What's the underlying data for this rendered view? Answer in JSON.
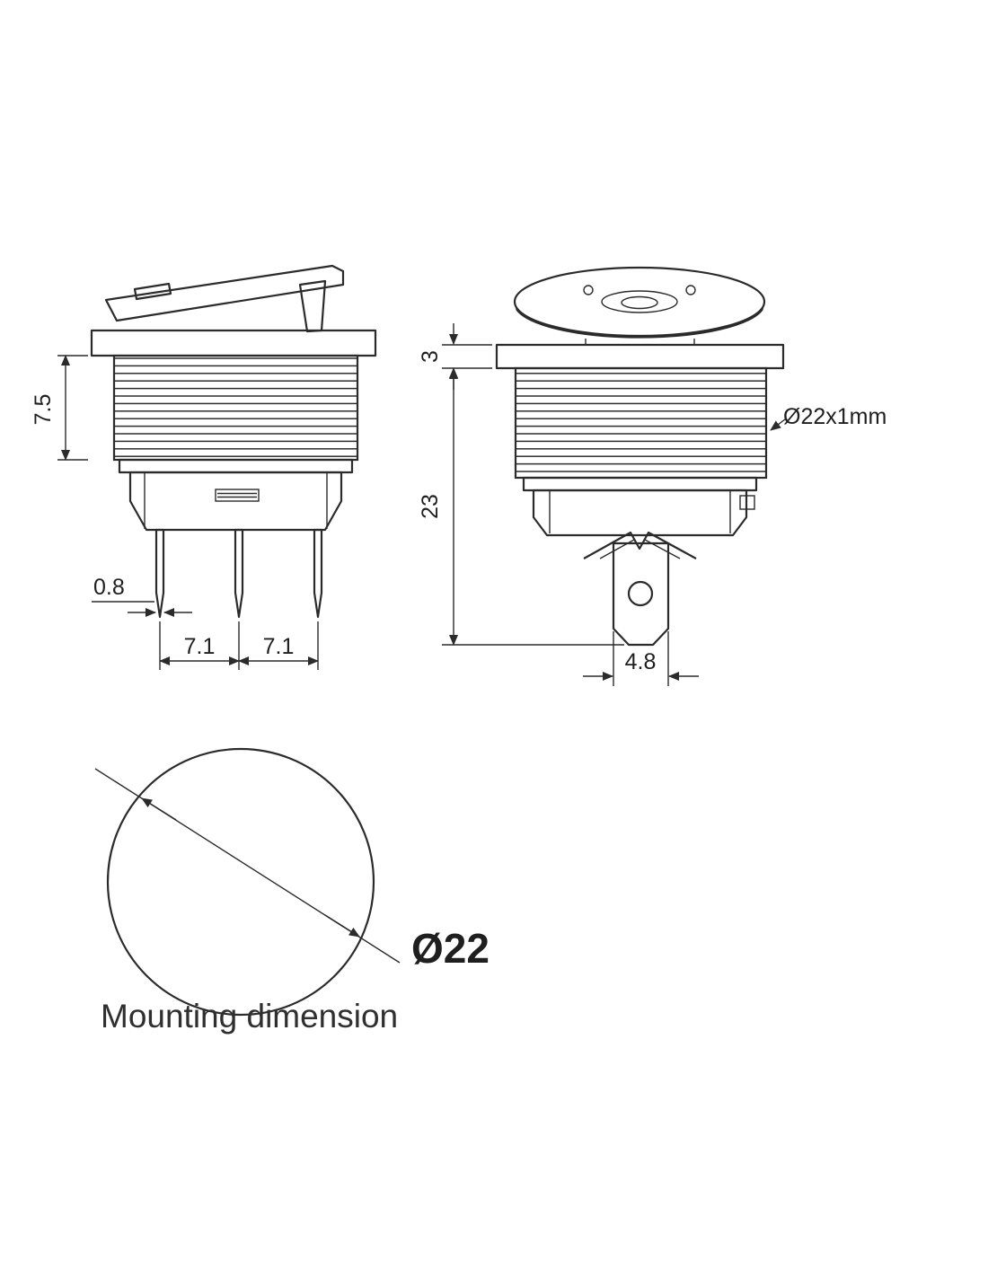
{
  "diagram": {
    "front": {
      "thread_height": "7.5",
      "pin_width": "0.8",
      "pin_pitch_left": "7.1",
      "pin_pitch_right": "7.1"
    },
    "side": {
      "flange_height": "3",
      "body_length": "23",
      "thread_spec": "Ø22x1mm",
      "terminal_width": "4.8"
    },
    "mounting": {
      "hole_diameter": "Ø22",
      "caption": "Mounting dimension"
    },
    "colors": {
      "line": "#2b2b2b",
      "background": "#ffffff"
    }
  }
}
